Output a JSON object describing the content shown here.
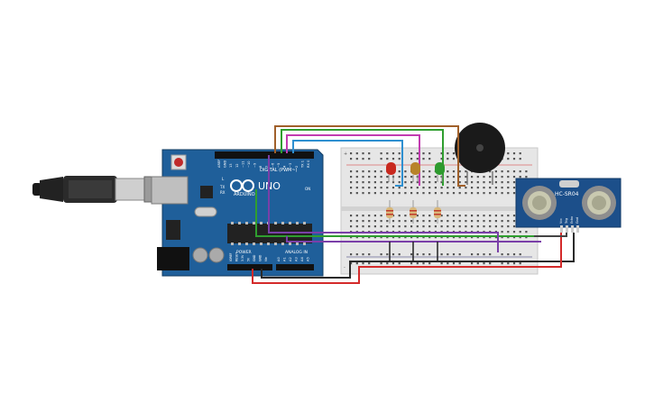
{
  "arduino": {
    "brand": "ARDUINO",
    "model": "UNO",
    "digital_header_label": "DIGITAL (PWM~)",
    "power_label": "POWER",
    "analog_label": "ANALOG IN",
    "on_label": "ON",
    "l_label": "L",
    "tx_label": "TX",
    "rx_label": "RX",
    "digital_pins": [
      "AREF",
      "GND",
      "13",
      "12",
      "~11",
      "~10",
      "~9",
      "8",
      "7",
      "~6",
      "~5",
      "4",
      "~3",
      "2",
      "TX 1",
      "RX 0"
    ],
    "power_pins": [
      "IOREF",
      "RESET",
      "3.3V",
      "5V",
      "GND",
      "GND",
      "Vin"
    ],
    "analog_pins": [
      "A0",
      "A1",
      "A2",
      "A3",
      "A4",
      "A5"
    ]
  },
  "sensor": {
    "label": "HC-SR04",
    "pins": [
      "Vcc",
      "Trig",
      "Echo",
      "Gnd"
    ]
  },
  "breadboard": {
    "rail_marks": [
      "+",
      "-"
    ]
  },
  "colors": {
    "board_blue": "#1f5f9a",
    "board_dark": "#173f66",
    "wire_brown": "#a0602a",
    "wire_green": "#2f9e2f",
    "wire_magenta": "#c23bb0",
    "wire_cyan": "#2e8fd0",
    "wire_purple": "#7a3fa8",
    "wire_black": "#2a2a2a",
    "wire_red": "#d42a2a",
    "led_red": "#c8281e",
    "led_yellow": "#b8832a",
    "led_green": "#2e9a2e",
    "sensor_blue": "#1c4f8a",
    "breadboard": "#e6e6e6"
  },
  "icons": [
    "usb-cable-icon",
    "reset-button-icon",
    "buzzer-icon",
    "led-icon",
    "resistor-icon"
  ]
}
